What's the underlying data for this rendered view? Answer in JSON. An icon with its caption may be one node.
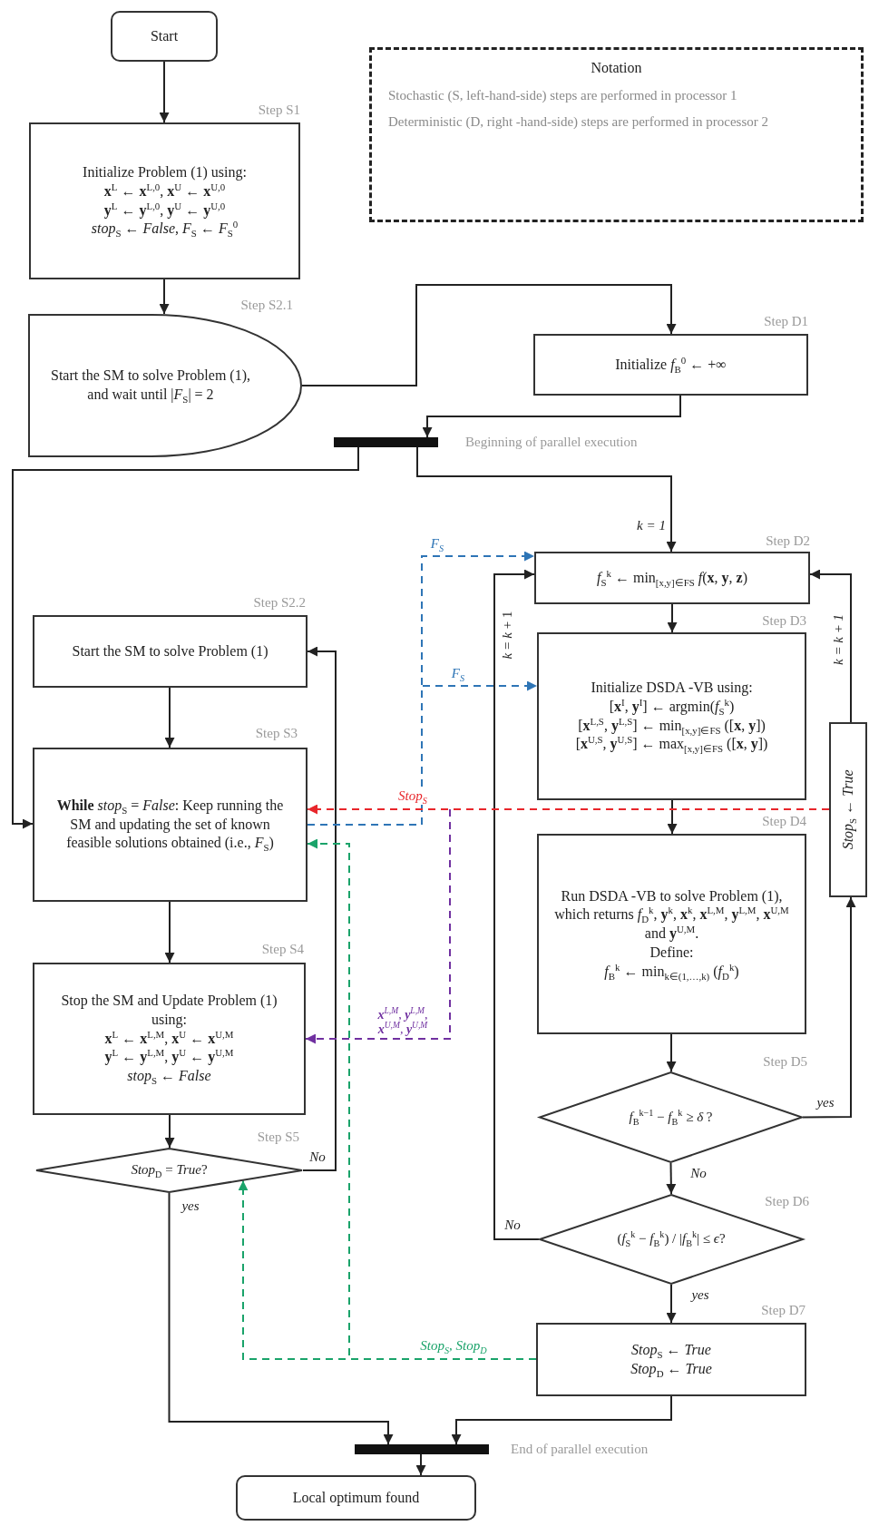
{
  "diagram": {
    "nodes": [
      {
        "text": [
          "Start"
        ]
      },
      {
        "text": [
          "Notation",
          "Stochastic (S, left-hand-side) steps are performed in processor 1",
          "Deterministic (D, right -hand-side) steps are performed in processor 2"
        ]
      },
      {
        "text": [
          "Initialize Problem (1) using:",
          "**x**$^{L}$ ← **x**$^{L,0}$, **x**$^{U}$ ← **x**$^{U,0}$",
          "**y**$^{L}$ ← **y**$^{L,0}$, **y**$^{U}$ ← **y**$^{U,0}$",
          "*stop*$_{S}$ ← *False*, *F*$_{S}$ ← *F*$_{S}$$^{0}$"
        ],
        "beside": [
          "Step S1"
        ]
      },
      {
        "text": [
          "Start the SM to solve Problem (1), and wait until |*F*$_{S}$| = 2"
        ],
        "beside": [
          "Step S2.1"
        ]
      },
      {
        "text": [
          "Initialize *f*$_{B}$$^{0}$ ← +∞"
        ],
        "beside": [
          "Step D1"
        ]
      },
      {
        "text": [],
        "shape": "bar",
        "beside": [
          "Beginning of parallel execution"
        ]
      },
      {
        "text": [
          "*f*$_{S}$$^{k}$ ← min$_{[x,y]∈F}$$_{S}$ *f*(**x**, **y**, **z**)"
        ],
        "beside": [
          "Step D2"
        ]
      },
      {
        "text": [
          "Start the SM to solve Problem (1)"
        ],
        "beside": [
          "Step S2.2"
        ]
      },
      {
        "text": [
          "Initialize DSDA -VB using:",
          "[**x**$^{I}$, **y**$^{I}$] ← argmin(*f*$_{S}$$^{k}$)",
          "[**x**$^{L,S}$, **y**$^{L,S}$] ← min$_{[x,y]∈F}$$_{S}$ ([**x**, **y**])",
          "[**x**$^{U,S}$, **y**$^{U,S}$] ← max$_{[x,y]∈F}$$_{S}$ ([**x**, **y**])"
        ],
        "beside": [
          "Step D3"
        ]
      },
      {
        "text": [
          "**While** *stop*$_{S}$ = *False*: Keep running the SM and updating the set of known feasible solutions obtained (i.e., *F*$_{S}$)"
        ],
        "beside": [
          "Step S3"
        ]
      },
      {
        "text": [
          "*Stop*$_{S}$ ← *True*"
        ]
      },
      {
        "text": [
          "Run DSDA -VB to solve Problem (1), which returns *f*$_{D}$$^{k}$, **y**$^{k}$, **x**$^{k}$, **x**$^{L,M}$, **y**$^{L,M}$, **x**$^{U,M}$ and **y**$^{U,M}$.",
          "Define:",
          "*f*$_{B}$$^{k}$ ← min$_{k∈(1,…,k)}$ (*f*$_{D}$$^{k}$)"
        ],
        "beside": [
          "Step D4"
        ]
      },
      {
        "text": [
          "Stop the SM and Update Problem (1) using:",
          "**x**$^{L}$ ← **x**$^{L,M}$, **x**$^{U}$ ← **x**$^{U,M}$",
          "**y**$^{L}$ ← **y**$^{L,M}$, **y**$^{U}$ ← **y**$^{U,M}$",
          "*stop*$_{S}$ ← *False*"
        ],
        "beside": [
          "Step S4"
        ]
      },
      {
        "text": [
          "*f*$_{B}$$^{k−1}$ − *f*$_{B}$$^{k}$ ≥ *δ* ?"
        ],
        "beside": [
          "Step D5"
        ]
      },
      {
        "text": [
          "*Stop*$_{D}$ = *True*?"
        ],
        "beside": [
          "Step S5"
        ]
      },
      {
        "text": [
          "(*f*$_{S}$$^{k}$ − *f*$_{B}$$^{k}$) / |*f*$_{B}$$^{k}$| ≤ *ϵ*?"
        ],
        "beside": [
          "Step D6"
        ]
      },
      {
        "text": [
          "*Stop*$_{S}$ ← *True*",
          "*Stop*$_{D}$ ← *True*"
        ],
        "beside": [
          "Step D7"
        ]
      },
      {
        "text": [],
        "shape": "bar",
        "beside": [
          "End of parallel execution"
        ]
      },
      {
        "text": [
          "Local optimum found"
        ]
      }
    ],
    "edges": [
      {
        "from": 0,
        "to": 2,
        "arrow": "to"
      },
      {
        "from": 2,
        "to": 3,
        "arrow": "to"
      },
      {
        "from": 3,
        "to": 4,
        "arrow": "to"
      },
      {
        "from": 4,
        "to": 5,
        "arrow": "to"
      },
      {
        "from": 5,
        "to": 9,
        "arrow": "to"
      },
      {
        "from": 5,
        "to": 6,
        "arrow": "to",
        "label": "k = 1"
      },
      {
        "from": 7,
        "to": 9,
        "arrow": "to"
      },
      {
        "from": 6,
        "to": 8,
        "arrow": "to"
      },
      {
        "from": 8,
        "to": 11,
        "arrow": "to"
      },
      {
        "from": 11,
        "to": 13,
        "arrow": "to"
      },
      {
        "from": 13,
        "to": 15,
        "arrow": "to",
        "label": "No"
      },
      {
        "from": 13,
        "to": 10,
        "arrow": "to",
        "label": "yes"
      },
      {
        "from": 10,
        "to": 6,
        "arrow": "to",
        "label": "k = k + 1"
      },
      {
        "from": 15,
        "to": 6,
        "arrow": "to",
        "label": "No"
      },
      {
        "from": 15,
        "to": 16,
        "arrow": "to",
        "label": "yes"
      },
      {
        "from": 9,
        "to": 12,
        "arrow": "to"
      },
      {
        "from": 12,
        "to": 14,
        "arrow": "to"
      },
      {
        "from": 14,
        "to": 7,
        "arrow": "to",
        "label": "No"
      },
      {
        "from": 14,
        "to": 17,
        "arrow": "to",
        "label": "yes"
      },
      {
        "from": 16,
        "to": 17,
        "arrow": "to"
      },
      {
        "from": 17,
        "to": 18,
        "arrow": "to"
      },
      {
        "from": 9,
        "to": 6,
        "arrow": "to",
        "label": "F$_{S}$",
        "style": "dashed",
        "color": "#2e75b6"
      },
      {
        "from": 9,
        "to": 8,
        "arrow": "to",
        "label": "F$_{S}$",
        "style": "dashed",
        "color": "#2e75b6"
      },
      {
        "from": 10,
        "to": 9,
        "arrow": "to",
        "label": "Stop$_{S}$",
        "style": "dashed",
        "color": "#e8262b"
      },
      {
        "from": null,
        "to": 12,
        "arrow": "to",
        "label": "**x**$^{L,M}$, **y**$^{L,M}$, **x**$^{U,M}$, **y**$^{U,M}$",
        "style": "dashed",
        "color": "#7030a0"
      },
      {
        "from": 16,
        "to": 14,
        "arrow": "to",
        "label": "Stop$_{S}$, Stop$_{D}$",
        "style": "dashed",
        "color": "#1aa36a"
      },
      {
        "from": 16,
        "to": 9,
        "arrow": "to",
        "style": "dashed",
        "color": "#1aa36a"
      }
    ],
    "labels": [
      "*k* = *k* + 1"
    ]
  }
}
